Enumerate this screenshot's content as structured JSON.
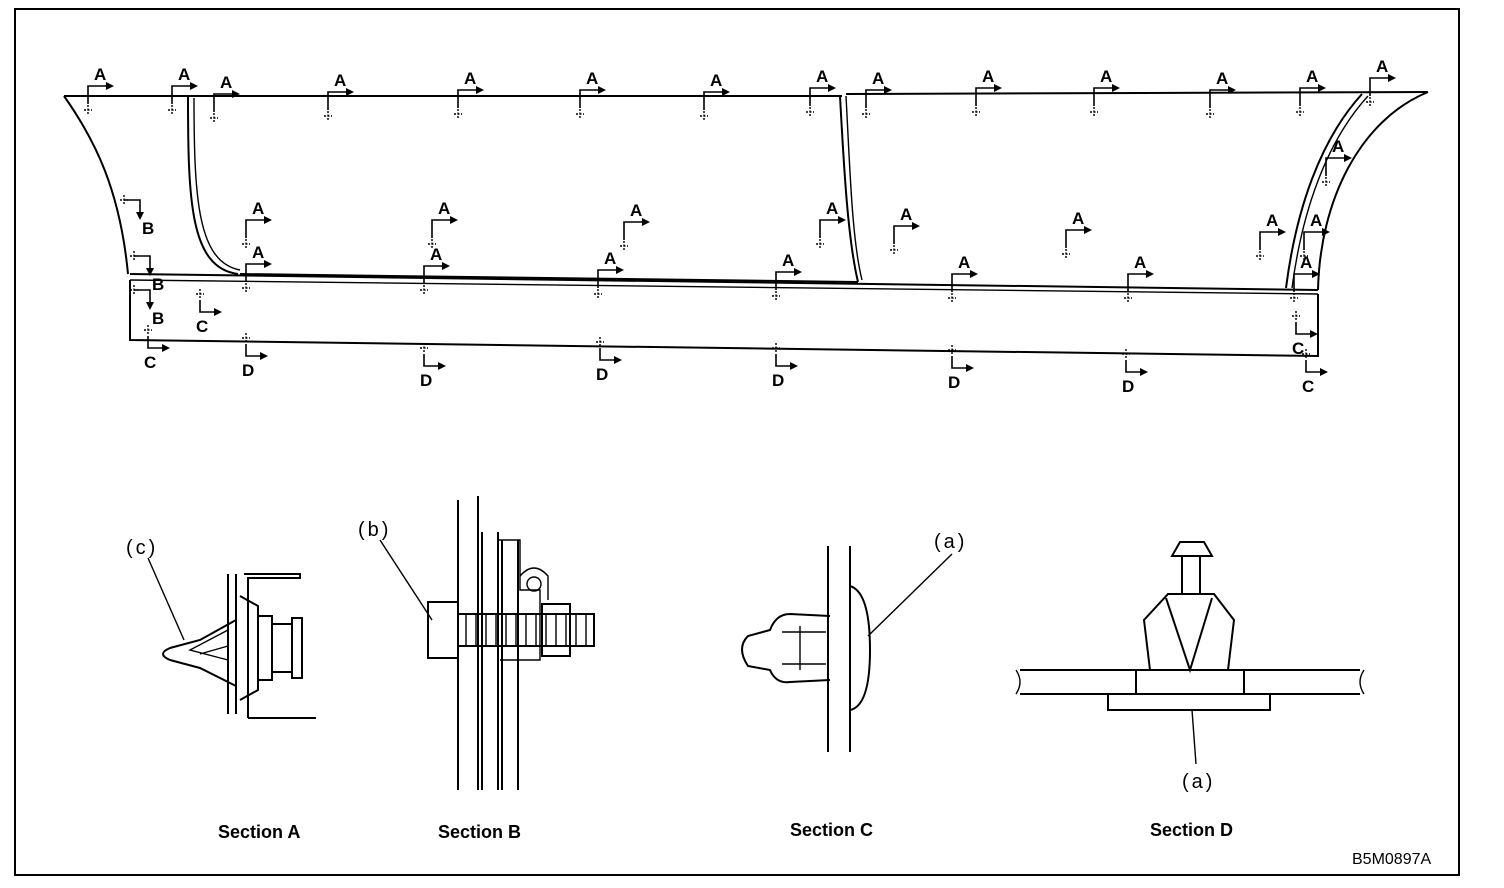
{
  "labels": {
    "a": "A",
    "b": "B",
    "c": "C",
    "d": "D"
  },
  "sections": {
    "a": "Section A",
    "b": "Section B",
    "c": "Section C",
    "d": "Section D"
  },
  "callouts": {
    "c": "(c)",
    "b": "(b)",
    "a_section_c": "(a)",
    "a_section_d": "(a)"
  },
  "figure_code": "B5M0897A"
}
